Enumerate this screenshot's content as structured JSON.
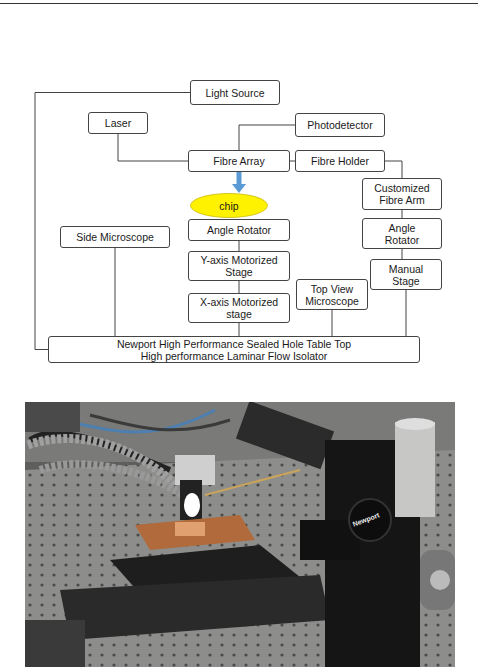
{
  "diagram": {
    "nodes": [
      {
        "text": [
          "Light Source"
        ]
      },
      {
        "text": [
          "Laser"
        ]
      },
      {
        "text": [
          "Photodetector"
        ]
      },
      {
        "text": [
          "Fibre Array"
        ]
      },
      {
        "text": [
          "Fibre Holder"
        ]
      },
      {
        "text": [
          "chip"
        ]
      },
      {
        "text": [
          "Customized Fibre Arm"
        ]
      },
      {
        "text": [
          "Side Microscope"
        ]
      },
      {
        "text": [
          "Angle Rotator"
        ]
      },
      {
        "text": [
          "Angle Rotator"
        ]
      },
      {
        "text": [
          "Y-axis Motorized Stage"
        ]
      },
      {
        "text": [
          "Manual Stage"
        ]
      },
      {
        "text": [
          "Top View Microscope"
        ]
      },
      {
        "text": [
          "X-axis Motorized stage"
        ]
      },
      {
        "text": [
          "Newport High Performance Sealed Hole Table Top",
          "High performance Laminar Flow Isolator"
        ]
      }
    ],
    "edges": [
      {
        "from": 0,
        "to": 14,
        "arrow": "none"
      },
      {
        "from": 1,
        "to": 3,
        "arrow": "none"
      },
      {
        "from": 2,
        "to": 3,
        "arrow": "none"
      },
      {
        "from": 3,
        "to": 4,
        "arrow": "none"
      },
      {
        "from": 4,
        "to": 6,
        "arrow": "none"
      },
      {
        "from": 3,
        "to": 5,
        "arrow": "to"
      },
      {
        "from": 6,
        "to": 9,
        "arrow": "none"
      },
      {
        "from": 9,
        "to": 11,
        "arrow": "none"
      },
      {
        "from": 11,
        "to": 14,
        "arrow": "none"
      },
      {
        "from": 7,
        "to": 14,
        "arrow": "none"
      },
      {
        "from": 8,
        "to": 10,
        "arrow": "none"
      },
      {
        "from": 10,
        "to": 13,
        "arrow": "none"
      },
      {
        "from": 13,
        "to": 14,
        "arrow": "none"
      },
      {
        "from": 12,
        "to": 14,
        "arrow": "none"
      }
    ],
    "labels": [
      "Newport"
    ]
  }
}
